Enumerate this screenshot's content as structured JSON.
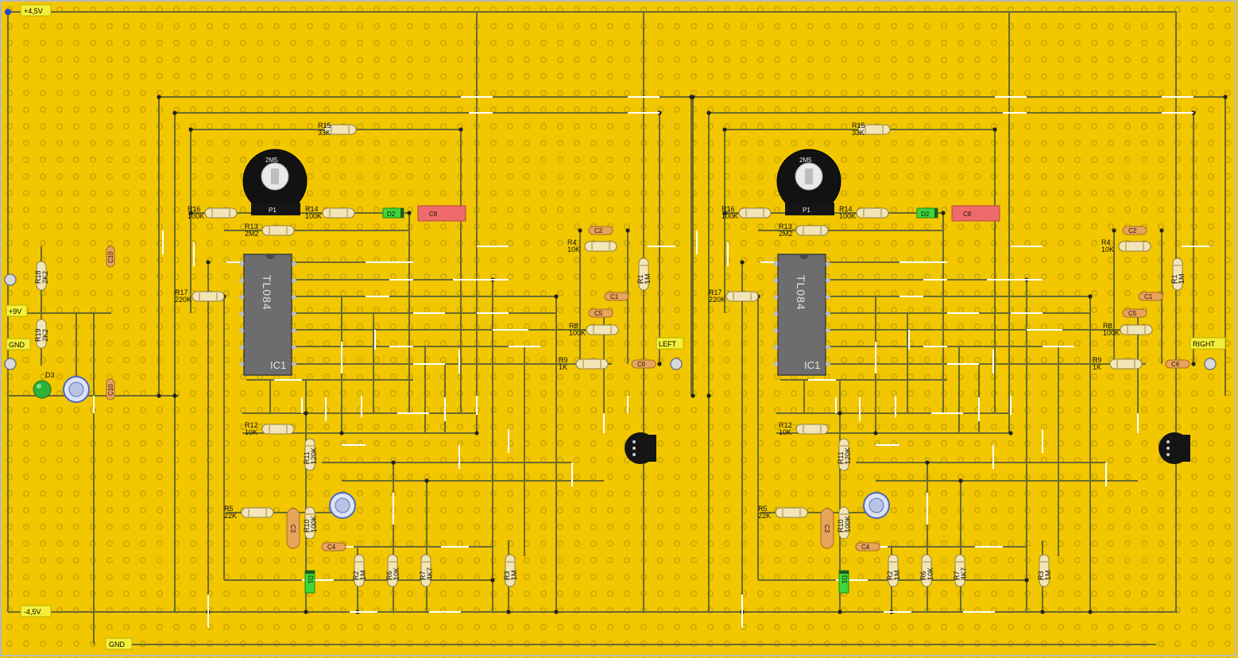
{
  "board": {
    "background": "#F2C700",
    "hole_color": "#C9A400",
    "trace_color": "#6A6A2A",
    "jumper_color": "#FFFFFF"
  },
  "power_tags": {
    "top": "+4,5V",
    "bottom": "-4,5V",
    "gnd_bottom": "GND",
    "left_9v": "+9V",
    "left_gnd": "GND"
  },
  "outputs": {
    "left": "LEFT",
    "right": "RIGHT"
  },
  "left_supply": {
    "r18": {
      "ref": "R18",
      "value": "2K2"
    },
    "r19": {
      "ref": "R19",
      "value": "2K2"
    },
    "c10_top": "C10",
    "c10_bottom": "C10",
    "d3": "D3"
  },
  "channel": {
    "r15": {
      "ref": "R15",
      "value": "33K"
    },
    "p1": {
      "ref": "P1",
      "value": "2M5"
    },
    "r16": {
      "ref": "R16",
      "value": "100K"
    },
    "r14": {
      "ref": "R14",
      "value": "100K"
    },
    "d2": "D2",
    "c8": "C8",
    "r13": {
      "ref": "R13",
      "value": "2M2"
    },
    "ic_part": "TL084",
    "ic_ref": "IC1",
    "r17": {
      "ref": "R17",
      "value": "220K"
    },
    "c2": "C2",
    "r4": {
      "ref": "R4",
      "value": "10K"
    },
    "r1": {
      "ref": "R1",
      "value": "1M"
    },
    "c1": "C1",
    "c5": "C5",
    "r8": {
      "ref": "R8",
      "value": "100K"
    },
    "r9": {
      "ref": "R9",
      "value": "1K"
    },
    "c6": "C6",
    "r12": {
      "ref": "R12",
      "value": "10K"
    },
    "r11": {
      "ref": "R11",
      "value": "120K"
    },
    "r5": {
      "ref": "R5",
      "value": "22K"
    },
    "r10": {
      "ref": "R10",
      "value": "100K"
    },
    "c3": "C3",
    "c4": "C4",
    "d1": "D1",
    "r2": {
      "ref": "R2",
      "value": "1M"
    },
    "r6": {
      "ref": "R6",
      "value": "10K"
    },
    "r7": {
      "ref": "R7",
      "value": "4K7"
    },
    "r3": {
      "ref": "R3",
      "value": "1M"
    }
  }
}
